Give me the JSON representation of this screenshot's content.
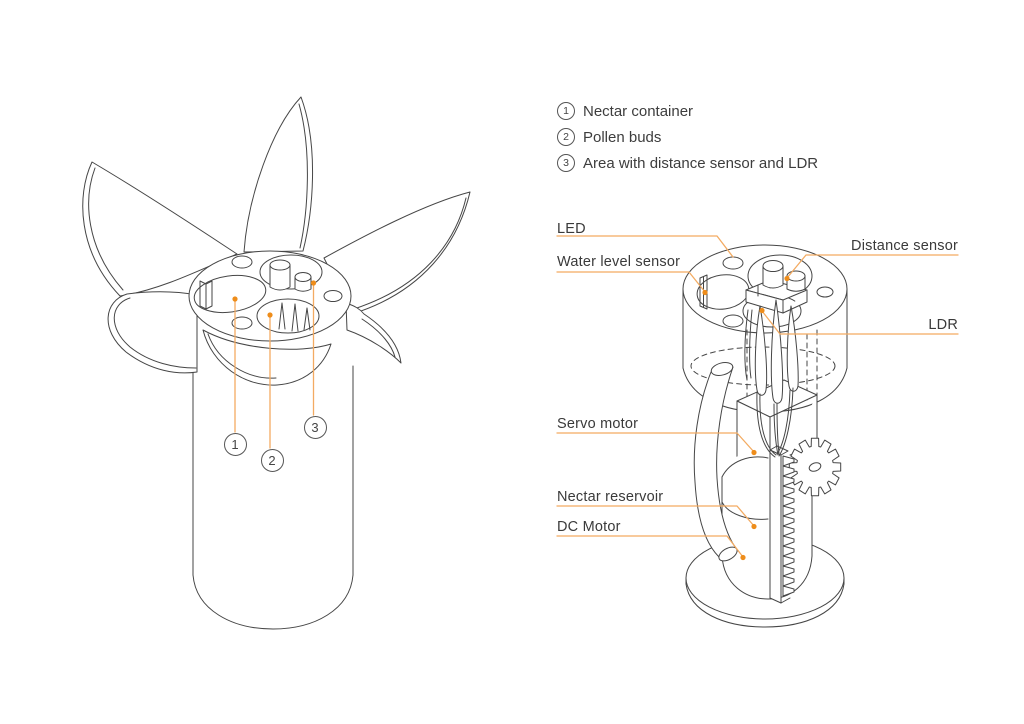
{
  "colors": {
    "line": "#464646",
    "text": "#3a3a3a",
    "leader_line": "#f3ab62",
    "leader_dot": "#ee8d1b",
    "background": "#ffffff"
  },
  "legend": {
    "items": [
      {
        "number": "1",
        "label": "Nectar container"
      },
      {
        "number": "2",
        "label": "Pollen buds"
      },
      {
        "number": "3",
        "label": "Area with distance sensor and LDR"
      }
    ]
  },
  "assembled_view": {
    "callouts": [
      "1",
      "2",
      "3"
    ]
  },
  "exploded_view": {
    "labels": {
      "led": "LED",
      "water_level_sensor": "Water level sensor",
      "distance_sensor": "Distance sensor",
      "ldr": "LDR",
      "servo_motor": "Servo motor",
      "nectar_reservoir": "Nectar reservoir",
      "dc_motor": "DC Motor"
    }
  }
}
